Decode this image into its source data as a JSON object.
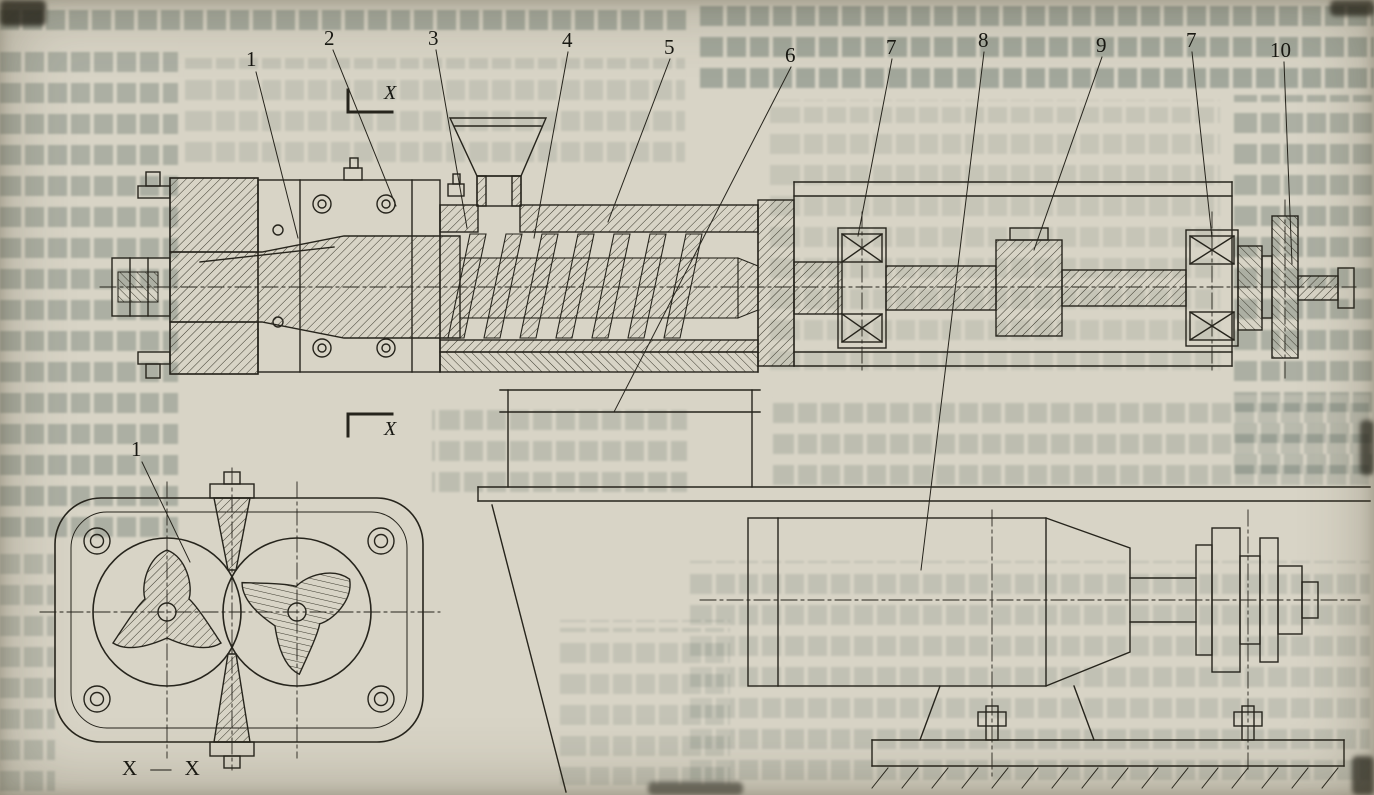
{
  "figure": {
    "marks": {
      "section_top": "X",
      "section_bottom": "X",
      "caption": "X — X"
    },
    "callouts": [
      {
        "label": "1"
      },
      {
        "label": "2"
      },
      {
        "label": "3"
      },
      {
        "label": "4"
      },
      {
        "label": "5"
      },
      {
        "label": "6"
      },
      {
        "label": "7"
      },
      {
        "label": "8"
      },
      {
        "label": "9"
      },
      {
        "label": "7"
      },
      {
        "label": "10"
      },
      {
        "label": "1"
      }
    ]
  }
}
